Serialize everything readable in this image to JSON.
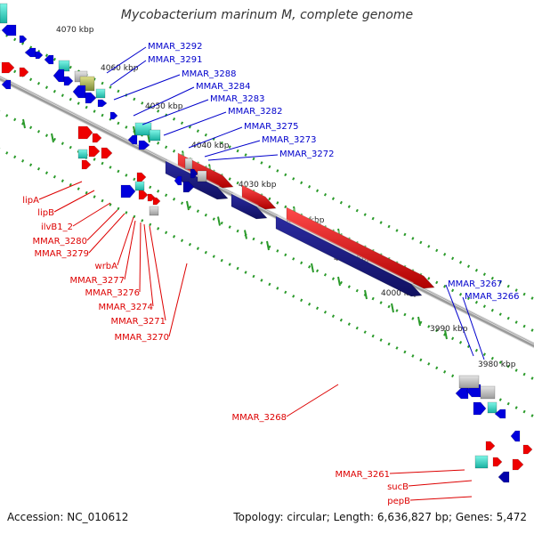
{
  "title": "Mycobacterium marinum M, complete genome",
  "footer": {
    "accession": "Accession: NC_010612",
    "summary": "Topology: circular; Length: 6,636,827 bp; Genes: 5,472"
  },
  "colors": {
    "forward_gene": "#ff0000",
    "reverse_gene": "#0000cc",
    "forward_label": "#dd0000",
    "reverse_label": "#0000cc",
    "backbone": "#9a9a9a",
    "tick": "#2a9a2a",
    "rrna": "#33ddcc",
    "pseudo": "#bbbbbb"
  },
  "kbp_ticks": [
    "4070 kbp",
    "4060 kbp",
    "4050 kbp",
    "4040 kbp",
    "4030 kbp",
    "4020 kbp",
    "4010 kbp",
    "4000 kbp",
    "3990 kbp",
    "3980 kbp"
  ],
  "gene_labels_reverse": [
    "MMAR_3292",
    "MMAR_3291",
    "MMAR_3288",
    "MMAR_3284",
    "MMAR_3283",
    "MMAR_3282",
    "MMAR_3275",
    "MMAR_3273",
    "MMAR_3272",
    "MMAR_3267",
    "MMAR_3266"
  ],
  "gene_labels_forward": [
    "lipA",
    "lipB",
    "ilvB1_2",
    "MMAR_3280",
    "MMAR_3279",
    "wrbA",
    "MMAR_3277",
    "MMAR_3276",
    "MMAR_3274",
    "MMAR_3271",
    "MMAR_3270",
    "MMAR_3268",
    "MMAR_3261",
    "sucB",
    "pepB"
  ]
}
